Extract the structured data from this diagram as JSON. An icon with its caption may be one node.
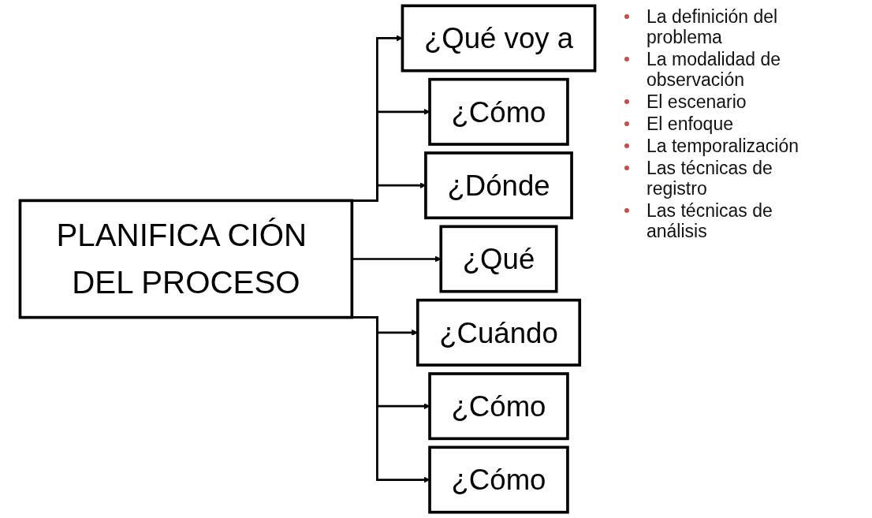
{
  "diagram": {
    "nodes": [
      {
        "text": [
          "PLANIFICA CIÓN DEL PROCESO"
        ]
      },
      {
        "text": [
          "¿Qué voy a"
        ]
      },
      {
        "text": [
          "¿Cómo"
        ]
      },
      {
        "text": [
          "¿Dónde"
        ]
      },
      {
        "text": [
          "¿Qué"
        ]
      },
      {
        "text": [
          "¿Cuándo"
        ]
      },
      {
        "text": [
          "¿Cómo"
        ]
      },
      {
        "text": [
          "¿Cómo"
        ]
      }
    ],
    "edges": [
      {
        "from": 0,
        "to": 1,
        "arrow": "to"
      },
      {
        "from": 0,
        "to": 2,
        "arrow": "to"
      },
      {
        "from": 0,
        "to": 3,
        "arrow": "to"
      },
      {
        "from": 0,
        "to": 4,
        "arrow": "to"
      },
      {
        "from": 0,
        "to": 5,
        "arrow": "to"
      },
      {
        "from": 0,
        "to": 6,
        "arrow": "to"
      },
      {
        "from": 0,
        "to": 7,
        "arrow": "to"
      }
    ],
    "labels": [
      "La definición del problema",
      "La modalidad de observación",
      "El escenario",
      "El enfoque",
      "La temporalización",
      "Las técnicas de registro",
      "Las técnicas de análisis"
    ]
  }
}
